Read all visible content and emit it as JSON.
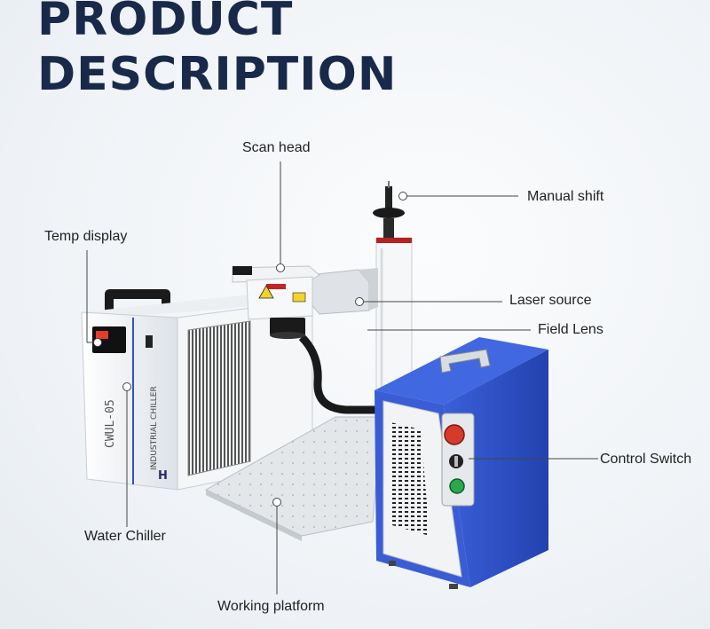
{
  "heading": {
    "line1": "PRODUCT",
    "line2": "DESCRIPTION"
  },
  "machine": {
    "chiller_model": "CWUL-05",
    "chiller_side_text": "INDUSTRIAL CHILLER"
  },
  "callouts": [
    {
      "id": "scan-head",
      "label": "Scan head"
    },
    {
      "id": "manual-shift",
      "label": "Manual shift"
    },
    {
      "id": "temp-display",
      "label": "Temp display"
    },
    {
      "id": "laser-source",
      "label": "Laser source"
    },
    {
      "id": "field-lens",
      "label": "Field Lens"
    },
    {
      "id": "control-switch",
      "label": "Control Switch"
    },
    {
      "id": "water-chiller",
      "label": "Water Chiller"
    },
    {
      "id": "working-platform",
      "label": "Working platform"
    }
  ],
  "colors": {
    "title": "#19294a",
    "cabinet_blue": "#2f52c8",
    "stop_button": "#d63a2b",
    "start_button": "#2aa84a"
  }
}
